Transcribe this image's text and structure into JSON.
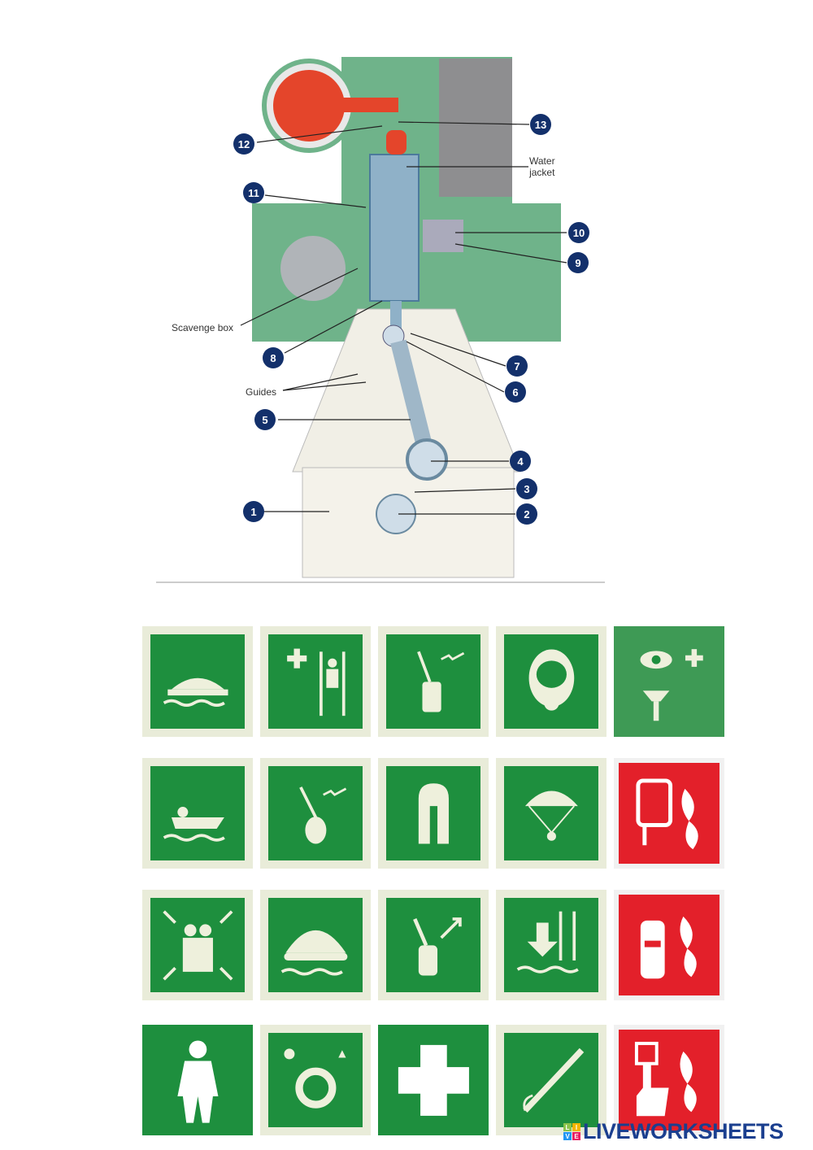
{
  "diagram": {
    "callouts": [
      "1",
      "2",
      "3",
      "4",
      "5",
      "6",
      "7",
      "8",
      "9",
      "10",
      "11",
      "12",
      "13"
    ],
    "labels": {
      "water_jacket_1": "Water",
      "water_jacket_2": "jacket",
      "scavenge_box": "Scavenge box",
      "guides": "Guides"
    }
  },
  "signs": [
    [
      "lifeboat-icon",
      "first-aid-stretcher-icon",
      "radio-beacon-icon",
      "breathing-apparatus-icon",
      "eye-wash-icon"
    ],
    [
      "rescue-boat-icon",
      "epirb-icon",
      "lifejacket-icon",
      "parachute-flare-icon",
      "fire-hose-reel-icon"
    ],
    [
      "muster-station-icon",
      "liferaft-icon",
      "line-throwing-icon",
      "embarkation-ladder-icon",
      "fire-extinguisher-icon"
    ],
    [
      "immersion-suit-icon",
      "lifebuoy-light-smoke-icon",
      "first-aid-icon",
      "rocket-flare-icon",
      "fire-alarm-call-point-icon"
    ]
  ],
  "colors": {
    "safety_green": "#1e8f3e",
    "fire_red": "#e3202a",
    "callout_navy": "#13306b"
  },
  "logo": {
    "blocks": [
      "L",
      "I",
      "V",
      "E"
    ],
    "text": "LIVEWORKSHEETS"
  }
}
